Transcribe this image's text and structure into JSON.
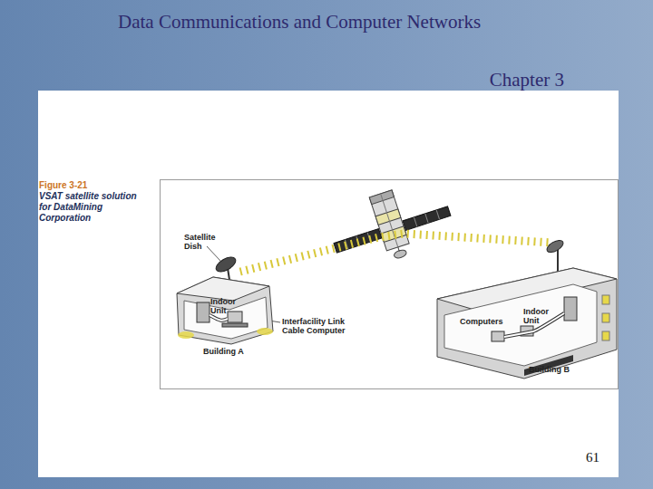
{
  "diagram": {
    "title": "Data Communications and Computer Networks",
    "caption": "VSAT satellite solution for DataMining Corporation",
    "nodes": [
      {
        "text": [
          "Building A"
        ]
      },
      {
        "text": [
          "Building B"
        ]
      }
    ],
    "edges": [
      {
        "from": 0,
        "to": 1,
        "arrow": "none"
      }
    ],
    "labels": [
      "Chapter 3",
      "Figure 3-21",
      "Satellite Dish",
      "Indoor Unit",
      "Interfacility Link Cable Computer",
      "Computers",
      "Indoor Unit",
      "61"
    ]
  }
}
